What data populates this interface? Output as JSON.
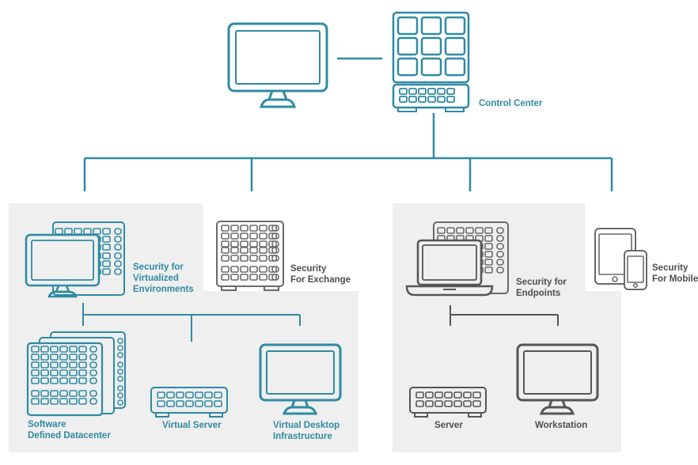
{
  "colors": {
    "accent": "#2e8aa3",
    "neutral": "#6a6a6a",
    "panel": "#efefef"
  },
  "nodes": {
    "control_center": "Control Center",
    "virtualized": [
      "Security for",
      "Virtualized",
      "Environments"
    ],
    "exchange": [
      "Security",
      "For Exchange"
    ],
    "endpoints": [
      "Security for",
      "Endpoints"
    ],
    "mobile": [
      "Security",
      "For Mobile"
    ],
    "sddc": [
      "Software",
      "Defined Datacenter"
    ],
    "virtual_server": "Virtual Server",
    "vdi": [
      "Virtual Desktop",
      "Infrastructure"
    ],
    "server": "Server",
    "workstation": "Workstation"
  },
  "icons": [
    "monitor-icon",
    "control-panel-icon",
    "server-rack-icon",
    "laptop-icon",
    "tablet-icon",
    "phone-icon",
    "switch-icon"
  ]
}
